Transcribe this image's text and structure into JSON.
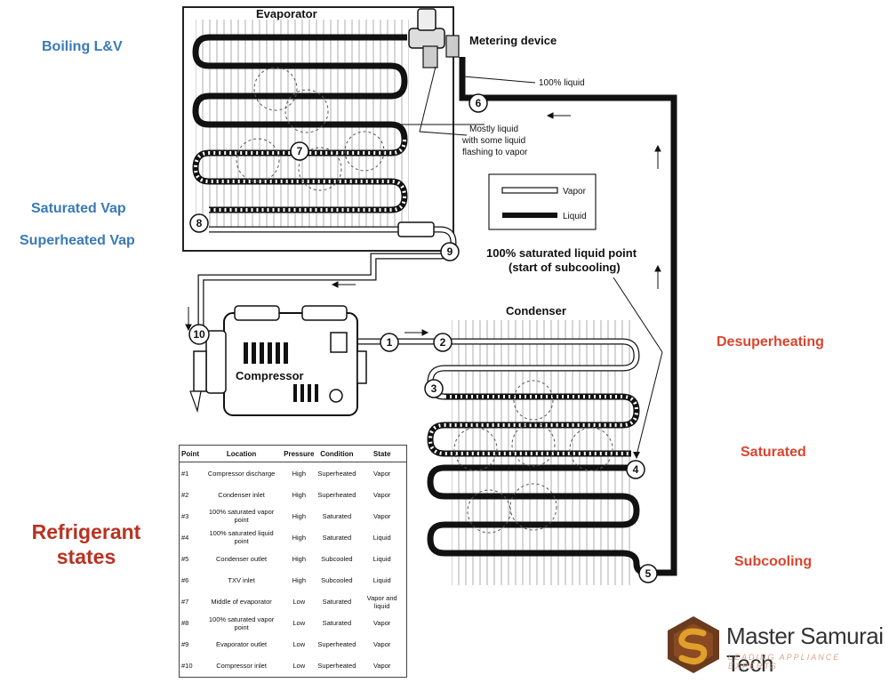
{
  "side_labels": {
    "boiling": "Boiling L&V",
    "saturated_vap": "Saturated Vap",
    "superheated_vap": "Superheated Vap",
    "desuperheating": "Desuperheating",
    "saturated": "Saturated",
    "subcooling": "Subcooling",
    "title": "Refrigerant states"
  },
  "diagram": {
    "evaporator": "Evaporator",
    "metering_device": "Metering device",
    "liquid_100": "100% liquid",
    "flash_note": [
      "Mostly liquid",
      "with some liquid",
      "flashing to vapor"
    ],
    "legend_vapor": "Vapor",
    "legend_liquid": "Liquid",
    "sat_point": [
      "100% saturated liquid point",
      "(start of subcooling)"
    ],
    "condenser": "Condenser",
    "compressor": "Compressor",
    "points": [
      "1",
      "2",
      "3",
      "4",
      "5",
      "6",
      "7",
      "8",
      "9",
      "10"
    ]
  },
  "table": {
    "headers": [
      "Point",
      "Location",
      "Pressure",
      "Condition",
      "State"
    ],
    "rows": [
      [
        "#1",
        "Compressor discharge",
        "High",
        "Superheated",
        "Vapor"
      ],
      [
        "#2",
        "Condenser inlet",
        "High",
        "Superheated",
        "Vapor"
      ],
      [
        "#3",
        "100% saturated vapor point",
        "High",
        "Saturated",
        "Vapor"
      ],
      [
        "#4",
        "100% saturated liquid point",
        "High",
        "Saturated",
        "Liquid"
      ],
      [
        "#5",
        "Condenser outlet",
        "High",
        "Subcooled",
        "Liquid"
      ],
      [
        "#6",
        "TXV inlet",
        "High",
        "Subcooled",
        "Liquid"
      ],
      [
        "#7",
        "Middle of evaporator",
        "Low",
        "Saturated",
        "Vapor and liquid"
      ],
      [
        "#8",
        "100% saturated vapor point",
        "Low",
        "Saturated",
        "Vapor"
      ],
      [
        "#9",
        "Evaporator outlet",
        "Low",
        "Superheated",
        "Vapor"
      ],
      [
        "#10",
        "Compressor inlet",
        "Low",
        "Superheated",
        "Vapor"
      ]
    ]
  },
  "brand": {
    "name": "Master Samurai Tech",
    "tagline": "LEADING APPLIANCE EXPERTS",
    "colors": {
      "logo_dark": "#6b3b1e",
      "logo_gold": "#e0a02a",
      "title_red": "#b83222",
      "blue": "#3a7ab8",
      "orange_red": "#d8452f"
    }
  }
}
